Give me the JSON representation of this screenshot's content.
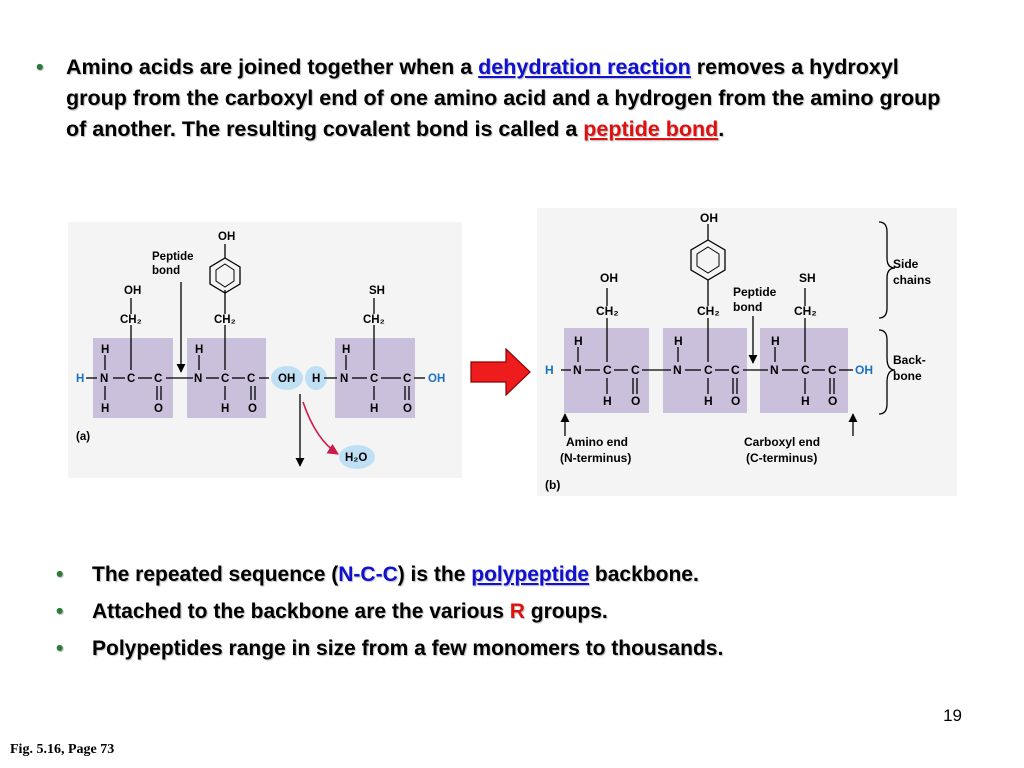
{
  "colors": {
    "bullet": "#2d7a3a",
    "link_blue": "#1010d0",
    "highlight_red": "#e01010",
    "residue_box": "#cbc0dc",
    "h_blue": "#1a6fc0",
    "oh_h_circle": "#bfe0f4",
    "water_arrow": "#cc1a4a",
    "arrow_red": "#ee1c1c"
  },
  "intro": {
    "bullet": "•",
    "part1": "Amino acids are joined together when a ",
    "link1": "dehydration reaction",
    "part2": " removes a hydroxyl group from the carboxyl end of one amino acid and a hydrogen from the amino group of another. The resulting covalent bond is called a ",
    "link2": "peptide bond",
    "part3": "."
  },
  "figure_a": {
    "peptide_label_1": "Peptide",
    "peptide_label_2": "bond",
    "panel_label": "(a)",
    "water": "H₂O",
    "sym": {
      "H": "H",
      "N": "N",
      "C": "C",
      "O": "O",
      "OH": "OH",
      "SH": "SH",
      "CH2": "CH₂"
    }
  },
  "figure_b": {
    "peptide_label_1": "Peptide",
    "peptide_label_2": "bond",
    "side_1": "Side",
    "side_2": "chains",
    "back_1": "Back-",
    "back_2": "bone",
    "amino_1": "Amino end",
    "amino_2": "(N-terminus)",
    "carboxyl_1": "Carboxyl end",
    "carboxyl_2": "(C-terminus)",
    "panel_label": "(b)",
    "sym": {
      "H": "H",
      "N": "N",
      "C": "C",
      "O": "O",
      "OH": "OH",
      "SH": "SH",
      "CH2": "CH₂"
    }
  },
  "bullets": [
    {
      "bullet": "•",
      "a": "The repeated sequence (",
      "b": "N-C-C",
      "c": ") is the ",
      "d": "polypeptide",
      "e": " backbone."
    },
    {
      "bullet": "•",
      "a": "Attached to the backbone are the various ",
      "b": "R",
      "c": " groups."
    },
    {
      "bullet": "•",
      "a": "Polypeptides range in size from a few monomers to thousands."
    }
  ],
  "page_number": "19",
  "figure_reference": "Fig. 5.16, Page 73"
}
